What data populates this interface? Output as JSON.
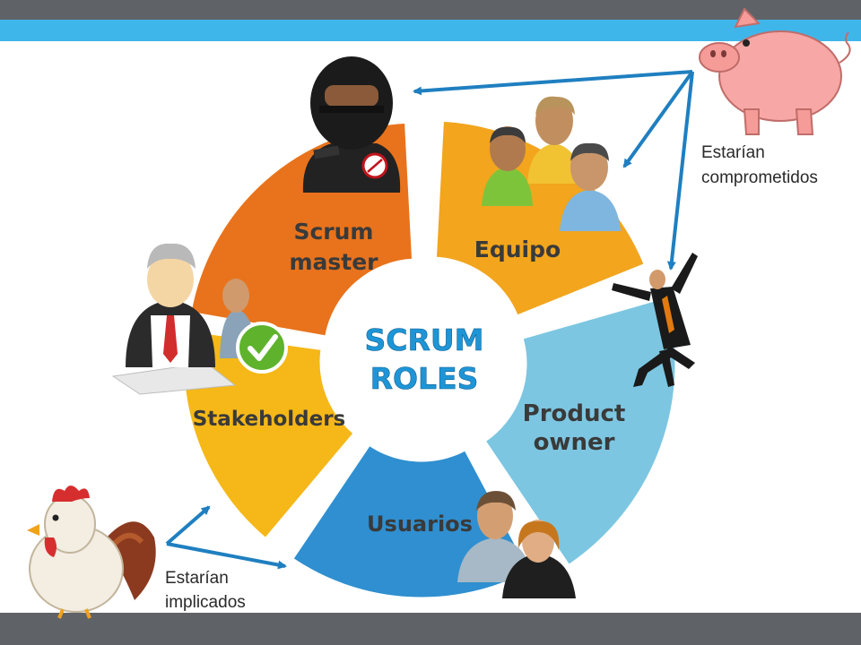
{
  "center": {
    "line1": "SCRUM",
    "line2": "ROLES"
  },
  "segments": [
    {
      "line1": "Scrum",
      "line2": "master",
      "color": "#e8731c"
    },
    {
      "line1": "Equipo",
      "line2": "",
      "color": "#f2a51d"
    },
    {
      "line1": "Product",
      "line2": "owner",
      "color": "#7cc6e2"
    },
    {
      "line1": "Usuarios",
      "line2": "",
      "color": "#2f8fd0"
    },
    {
      "line1": "Stakeholders",
      "line2": "",
      "color": "#f5b818"
    }
  ],
  "notes": {
    "committed": {
      "line1": "Estarían",
      "line2": "comprometidos"
    },
    "involved": {
      "line1": "Estarían",
      "line2": "implicados"
    }
  },
  "colors": {
    "arrow": "#1f7fc0",
    "accent_bar": "#3fb6ea",
    "frame_bar": "#5f6368",
    "center_text": "#1e95d6"
  },
  "icons": [
    "ninja-icon",
    "team-icon",
    "businessman-jumping-icon",
    "users-icon",
    "stakeholder-icon",
    "checkmark-icon",
    "pig-icon",
    "chicken-icon"
  ]
}
